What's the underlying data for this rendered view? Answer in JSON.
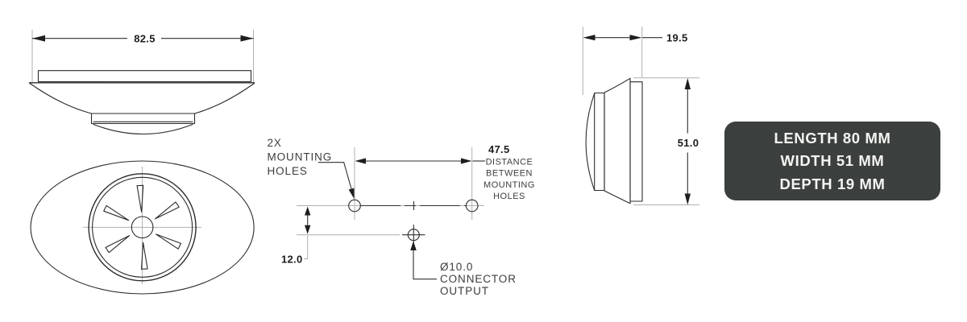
{
  "views": {
    "side_top": {
      "width_dim": "82.5"
    },
    "front": {},
    "mounting": {
      "holes_label": {
        "line1": "2X",
        "line2": "MOUNTING",
        "line3": "HOLES"
      },
      "distance_dim": "47.5",
      "distance_label": {
        "line1": "DISTANCE",
        "line2": "BETWEEN",
        "line3": "MOUNTING",
        "line4": "HOLES"
      },
      "offset_dim": "12.0",
      "connector_label": {
        "line1": "Ø10.0",
        "line2": "CONNECTOR",
        "line3": "OUTPUT"
      }
    },
    "profile": {
      "depth_dim": "19.5",
      "height_dim": "51.0"
    }
  },
  "badge": {
    "bg_color": "#3b403f",
    "text_color": "#f5f4f1",
    "lines": [
      "LENGTH 80 MM",
      "WIDTH 51 MM",
      "DEPTH 19 MM"
    ]
  },
  "colors": {
    "background": "#ffffff",
    "line": "#2b2b2b",
    "construction_line": "#aeb0b0",
    "dim_text": "#1c1c1c",
    "label_text": "#3d3d3d"
  }
}
